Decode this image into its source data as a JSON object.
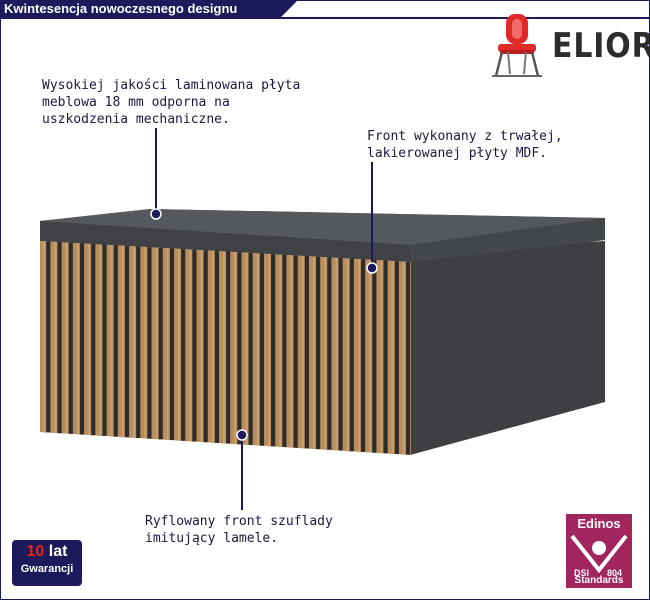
{
  "header": {
    "title": "Kwintesencja nowoczesnego designu"
  },
  "brand": {
    "name": "ELIOR",
    "logo_icon": "red-chair-icon"
  },
  "callouts": {
    "top_left": "Wysokiej jakości laminowana płyta\nmeblowa 18 mm odporna na\nuszkodzenia mechaniczne.",
    "top_right": "Front wykonany z trwałej,\nlakierowanej płyty MDF.",
    "bottom": "Ryflowany front szuflady\nimitujący lamele."
  },
  "badges": {
    "warranty_number": "10",
    "warranty_unit": "lat",
    "warranty_label": "Gwarancji",
    "edinos_title": "Edinos",
    "edinos_left": "DSI",
    "edinos_right": "804",
    "edinos_bottom": "Standards"
  },
  "colors": {
    "navy": "#1d1a5c",
    "cabinet_gray": "#3b3d40",
    "top_gray": "#515458",
    "oak": "#b98e5d",
    "chair_red": "#e02a2a",
    "edinos_magenta": "#a0265d"
  }
}
